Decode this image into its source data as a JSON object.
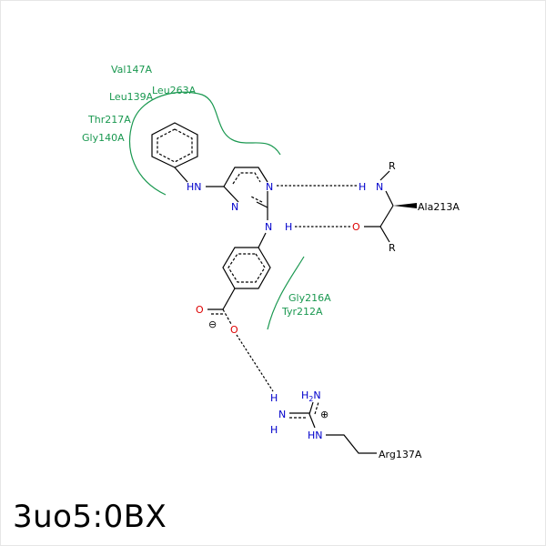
{
  "title": "3uo5:0BX",
  "colors": {
    "residue": "#1a9850",
    "nitrogen": "#0000cc",
    "oxygen": "#dd0000",
    "bond": "#000000",
    "hbond": "#000000"
  },
  "residues": {
    "val147": "Val147A",
    "leu263": "Leu263A",
    "leu139": "Leu139A",
    "thr217": "Thr217A",
    "gly140": "Gly140A",
    "gly216": "Gly216A",
    "tyr212": "Tyr212A",
    "ala213": "Ala213A",
    "arg137": "Arg137A"
  },
  "atoms": {
    "hn_aniline": "HN",
    "n_ring1": "N",
    "n_ring2": "N",
    "n_amine": "N",
    "h_amine": "H",
    "h_ala": "H",
    "n_ala": "N",
    "r_top": "R",
    "o_ala": "O",
    "r_bottom": "R",
    "o_carbonyl": "O",
    "o_carboxylate": "O",
    "minus_sign": "⊖",
    "h_arg1": "H",
    "n_arg1": "N",
    "h_arg2": "H",
    "h2n_arg": "H",
    "h2n_sub": "2",
    "h2n_n": "N",
    "plus_sign": "⊕",
    "hn_arg": "HN"
  }
}
